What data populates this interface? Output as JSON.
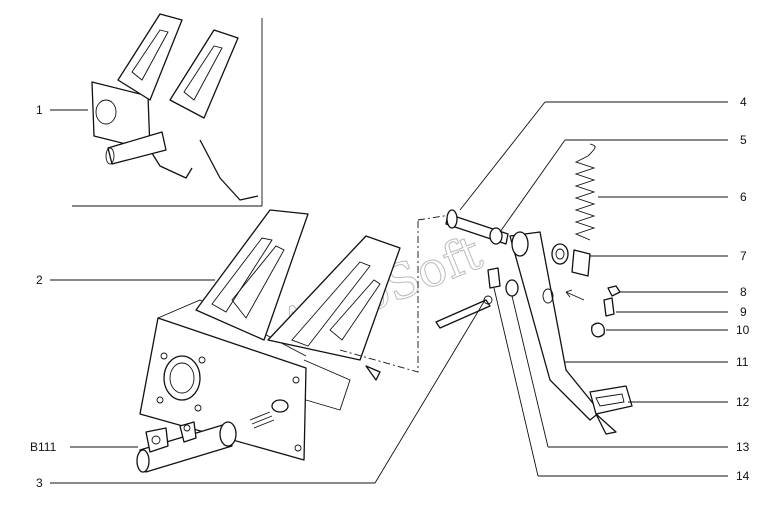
{
  "watermark": "AutoSoft",
  "labels": [
    {
      "id": "1",
      "text": "1"
    },
    {
      "id": "2",
      "text": "2"
    },
    {
      "id": "3",
      "text": "3"
    },
    {
      "id": "b111",
      "text": "B111"
    },
    {
      "id": "4",
      "text": "4"
    },
    {
      "id": "5",
      "text": "5"
    },
    {
      "id": "6",
      "text": "6"
    },
    {
      "id": "7",
      "text": "7"
    },
    {
      "id": "8",
      "text": "8"
    },
    {
      "id": "9",
      "text": "9"
    },
    {
      "id": "10",
      "text": "10"
    },
    {
      "id": "11",
      "text": "11"
    },
    {
      "id": "12",
      "text": "12"
    },
    {
      "id": "13",
      "text": "13"
    },
    {
      "id": "14",
      "text": "14"
    }
  ]
}
